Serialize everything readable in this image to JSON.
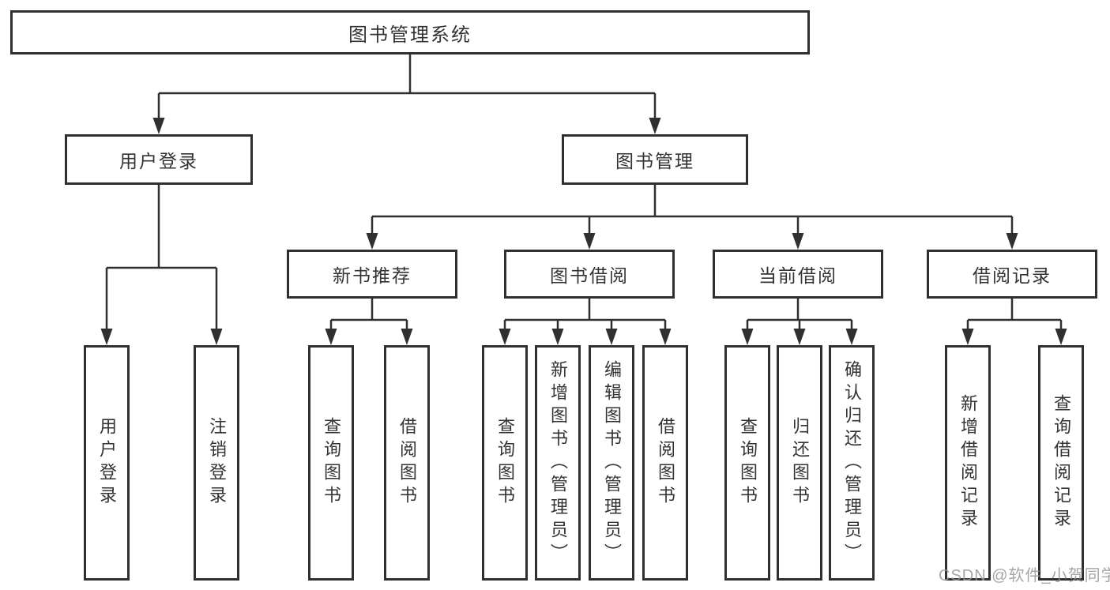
{
  "diagram_type": "hierarchy-tree",
  "tree": {
    "label": "图书管理系统",
    "children": [
      {
        "label": "用户登录",
        "children": [
          {
            "label": "用户登录"
          },
          {
            "label": "注销登录"
          }
        ]
      },
      {
        "label": "图书管理",
        "children": [
          {
            "label": "新书推荐",
            "children": [
              {
                "label": "查询图书"
              },
              {
                "label": "借阅图书"
              }
            ]
          },
          {
            "label": "图书借阅",
            "children": [
              {
                "label": "查询图书"
              },
              {
                "label": "新增图书（管理员）"
              },
              {
                "label": "编辑图书（管理员）"
              },
              {
                "label": "借阅图书"
              }
            ]
          },
          {
            "label": "当前借阅",
            "children": [
              {
                "label": "查询图书"
              },
              {
                "label": "归还图书"
              },
              {
                "label": "确认归还（管理员）"
              }
            ]
          },
          {
            "label": "借阅记录",
            "children": [
              {
                "label": "新增借阅记录"
              },
              {
                "label": "查询借阅记录"
              }
            ]
          }
        ]
      }
    ]
  },
  "watermark": {
    "text": "CSDN @软件_小贺同学"
  },
  "colors": {
    "line": "#303030",
    "text": "#333333",
    "box_background": "#ffffff",
    "watermark": "#969696"
  }
}
